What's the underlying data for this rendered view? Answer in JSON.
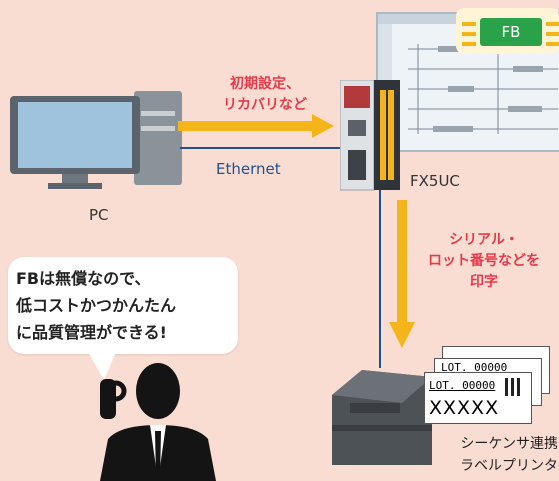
{
  "screen_badge": "FB",
  "arrow_top_label": [
    "初期設定、",
    "リカバリなど"
  ],
  "network_label": "Ethernet",
  "pc_label": "PC",
  "plc_label": "FX5UC",
  "arrow_down_label": [
    "シリアル・",
    "ロット番号などを",
    "印字"
  ],
  "bubble_lines": [
    "FBは無償なので、",
    "低コストかつかんたん",
    "に品質管理ができる!"
  ],
  "label_card": {
    "lot_text": "LOT. 00000",
    "code_text": "XXXXX"
  },
  "printer_caption": [
    "シーケンサ連携",
    "ラベルプリンタ"
  ],
  "colors": {
    "background": "#f9ddd2",
    "arrow": "#f4b51b",
    "network": "#1f4f8f",
    "accent_red": "#e8394a",
    "badge": "#2aa24a"
  }
}
